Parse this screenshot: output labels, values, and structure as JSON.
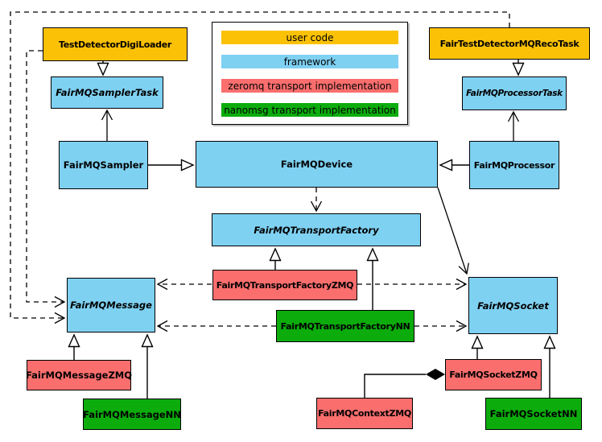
{
  "diagram": {
    "kind": "UML class diagram",
    "subject": "FairMQ framework class hierarchy"
  },
  "colors": {
    "user_code": "#FBC106",
    "framework": "#7FD1F2",
    "zeromq": "#FA6E6E",
    "nanomsg": "#0CAC0C",
    "line": "#000000",
    "background": "#ffffff"
  },
  "legend": {
    "items": [
      {
        "label": "user code",
        "color": "#FBC106"
      },
      {
        "label": "framework",
        "color": "#7FD1F2"
      },
      {
        "label": "zeromq transport implementation",
        "color": "#FA6E6E"
      },
      {
        "label": "nanomsg transport implementation",
        "color": "#0CAC0C"
      }
    ]
  },
  "nodes": {
    "testDetectorDigiLoader": {
      "label": "TestDetectorDigiLoader",
      "layer": "user code",
      "abstract": false
    },
    "fairTestDetectorMQRecoTask": {
      "label": "FairTestDetectorMQRecoTask",
      "layer": "user code",
      "abstract": false
    },
    "fairMQSamplerTask": {
      "label": "FairMQSamplerTask",
      "layer": "framework",
      "abstract": true
    },
    "fairMQProcessorTask": {
      "label": "FairMQProcessorTask",
      "layer": "framework",
      "abstract": true
    },
    "fairMQSampler": {
      "label": "FairMQSampler",
      "layer": "framework",
      "abstract": false
    },
    "fairMQDevice": {
      "label": "FairMQDevice",
      "layer": "framework",
      "abstract": false
    },
    "fairMQProcessor": {
      "label": "FairMQProcessor",
      "layer": "framework",
      "abstract": false
    },
    "fairMQTransportFactory": {
      "label": "FairMQTransportFactory",
      "layer": "framework",
      "abstract": true
    },
    "fairMQTransportFactoryZMQ": {
      "label": "FairMQTransportFactoryZMQ",
      "layer": "zeromq",
      "abstract": false
    },
    "fairMQTransportFactoryNN": {
      "label": "FairMQTransportFactoryNN",
      "layer": "nanomsg",
      "abstract": false
    },
    "fairMQMessage": {
      "label": "FairMQMessage",
      "layer": "framework",
      "abstract": true
    },
    "fairMQSocket": {
      "label": "FairMQSocket",
      "layer": "framework",
      "abstract": true
    },
    "fairMQMessageZMQ": {
      "label": "FairMQMessageZMQ",
      "layer": "zeromq",
      "abstract": false
    },
    "fairMQMessageNN": {
      "label": "FairMQMessageNN",
      "layer": "nanomsg",
      "abstract": false
    },
    "fairMQSocketZMQ": {
      "label": "FairMQSocketZMQ",
      "layer": "zeromq",
      "abstract": false
    },
    "fairMQSocketNN": {
      "label": "FairMQSocketNN",
      "layer": "nanomsg",
      "abstract": false
    },
    "fairMQContextZMQ": {
      "label": "FairMQContextZMQ",
      "layer": "zeromq",
      "abstract": false
    }
  },
  "edges": [
    {
      "from": "TestDetectorDigiLoader",
      "to": "FairMQSamplerTask",
      "type": "inheritance"
    },
    {
      "from": "FairTestDetectorMQRecoTask",
      "to": "FairMQProcessorTask",
      "type": "inheritance"
    },
    {
      "from": "FairMQSampler",
      "to": "FairMQDevice",
      "type": "inheritance"
    },
    {
      "from": "FairMQProcessor",
      "to": "FairMQDevice",
      "type": "inheritance"
    },
    {
      "from": "FairMQTransportFactoryZMQ",
      "to": "FairMQTransportFactory",
      "type": "inheritance"
    },
    {
      "from": "FairMQTransportFactoryNN",
      "to": "FairMQTransportFactory",
      "type": "inheritance"
    },
    {
      "from": "FairMQMessageZMQ",
      "to": "FairMQMessage",
      "type": "inheritance"
    },
    {
      "from": "FairMQMessageNN",
      "to": "FairMQMessage",
      "type": "inheritance"
    },
    {
      "from": "FairMQSocketZMQ",
      "to": "FairMQSocket",
      "type": "inheritance"
    },
    {
      "from": "FairMQSocketNN",
      "to": "FairMQSocket",
      "type": "inheritance"
    },
    {
      "from": "FairMQSampler",
      "to": "FairMQSamplerTask",
      "type": "association"
    },
    {
      "from": "FairMQProcessor",
      "to": "FairMQProcessorTask",
      "type": "association"
    },
    {
      "from": "FairMQDevice",
      "to": "FairMQSocket",
      "type": "association"
    },
    {
      "from": "FairMQDevice",
      "to": "FairMQTransportFactory",
      "type": "dependency"
    },
    {
      "from": "FairMQTransportFactoryZMQ",
      "to": "FairMQMessage",
      "type": "dependency"
    },
    {
      "from": "FairMQTransportFactoryZMQ",
      "to": "FairMQSocket",
      "type": "dependency"
    },
    {
      "from": "FairMQTransportFactoryNN",
      "to": "FairMQMessage",
      "type": "dependency"
    },
    {
      "from": "FairMQTransportFactoryNN",
      "to": "FairMQSocket",
      "type": "dependency"
    },
    {
      "from": "TestDetectorDigiLoader",
      "to": "FairMQMessage",
      "type": "dependency"
    },
    {
      "from": "FairTestDetectorMQRecoTask",
      "to": "FairMQMessage",
      "type": "dependency"
    },
    {
      "from": "FairMQContextZMQ",
      "to": "FairMQSocketZMQ",
      "type": "composition"
    }
  ]
}
